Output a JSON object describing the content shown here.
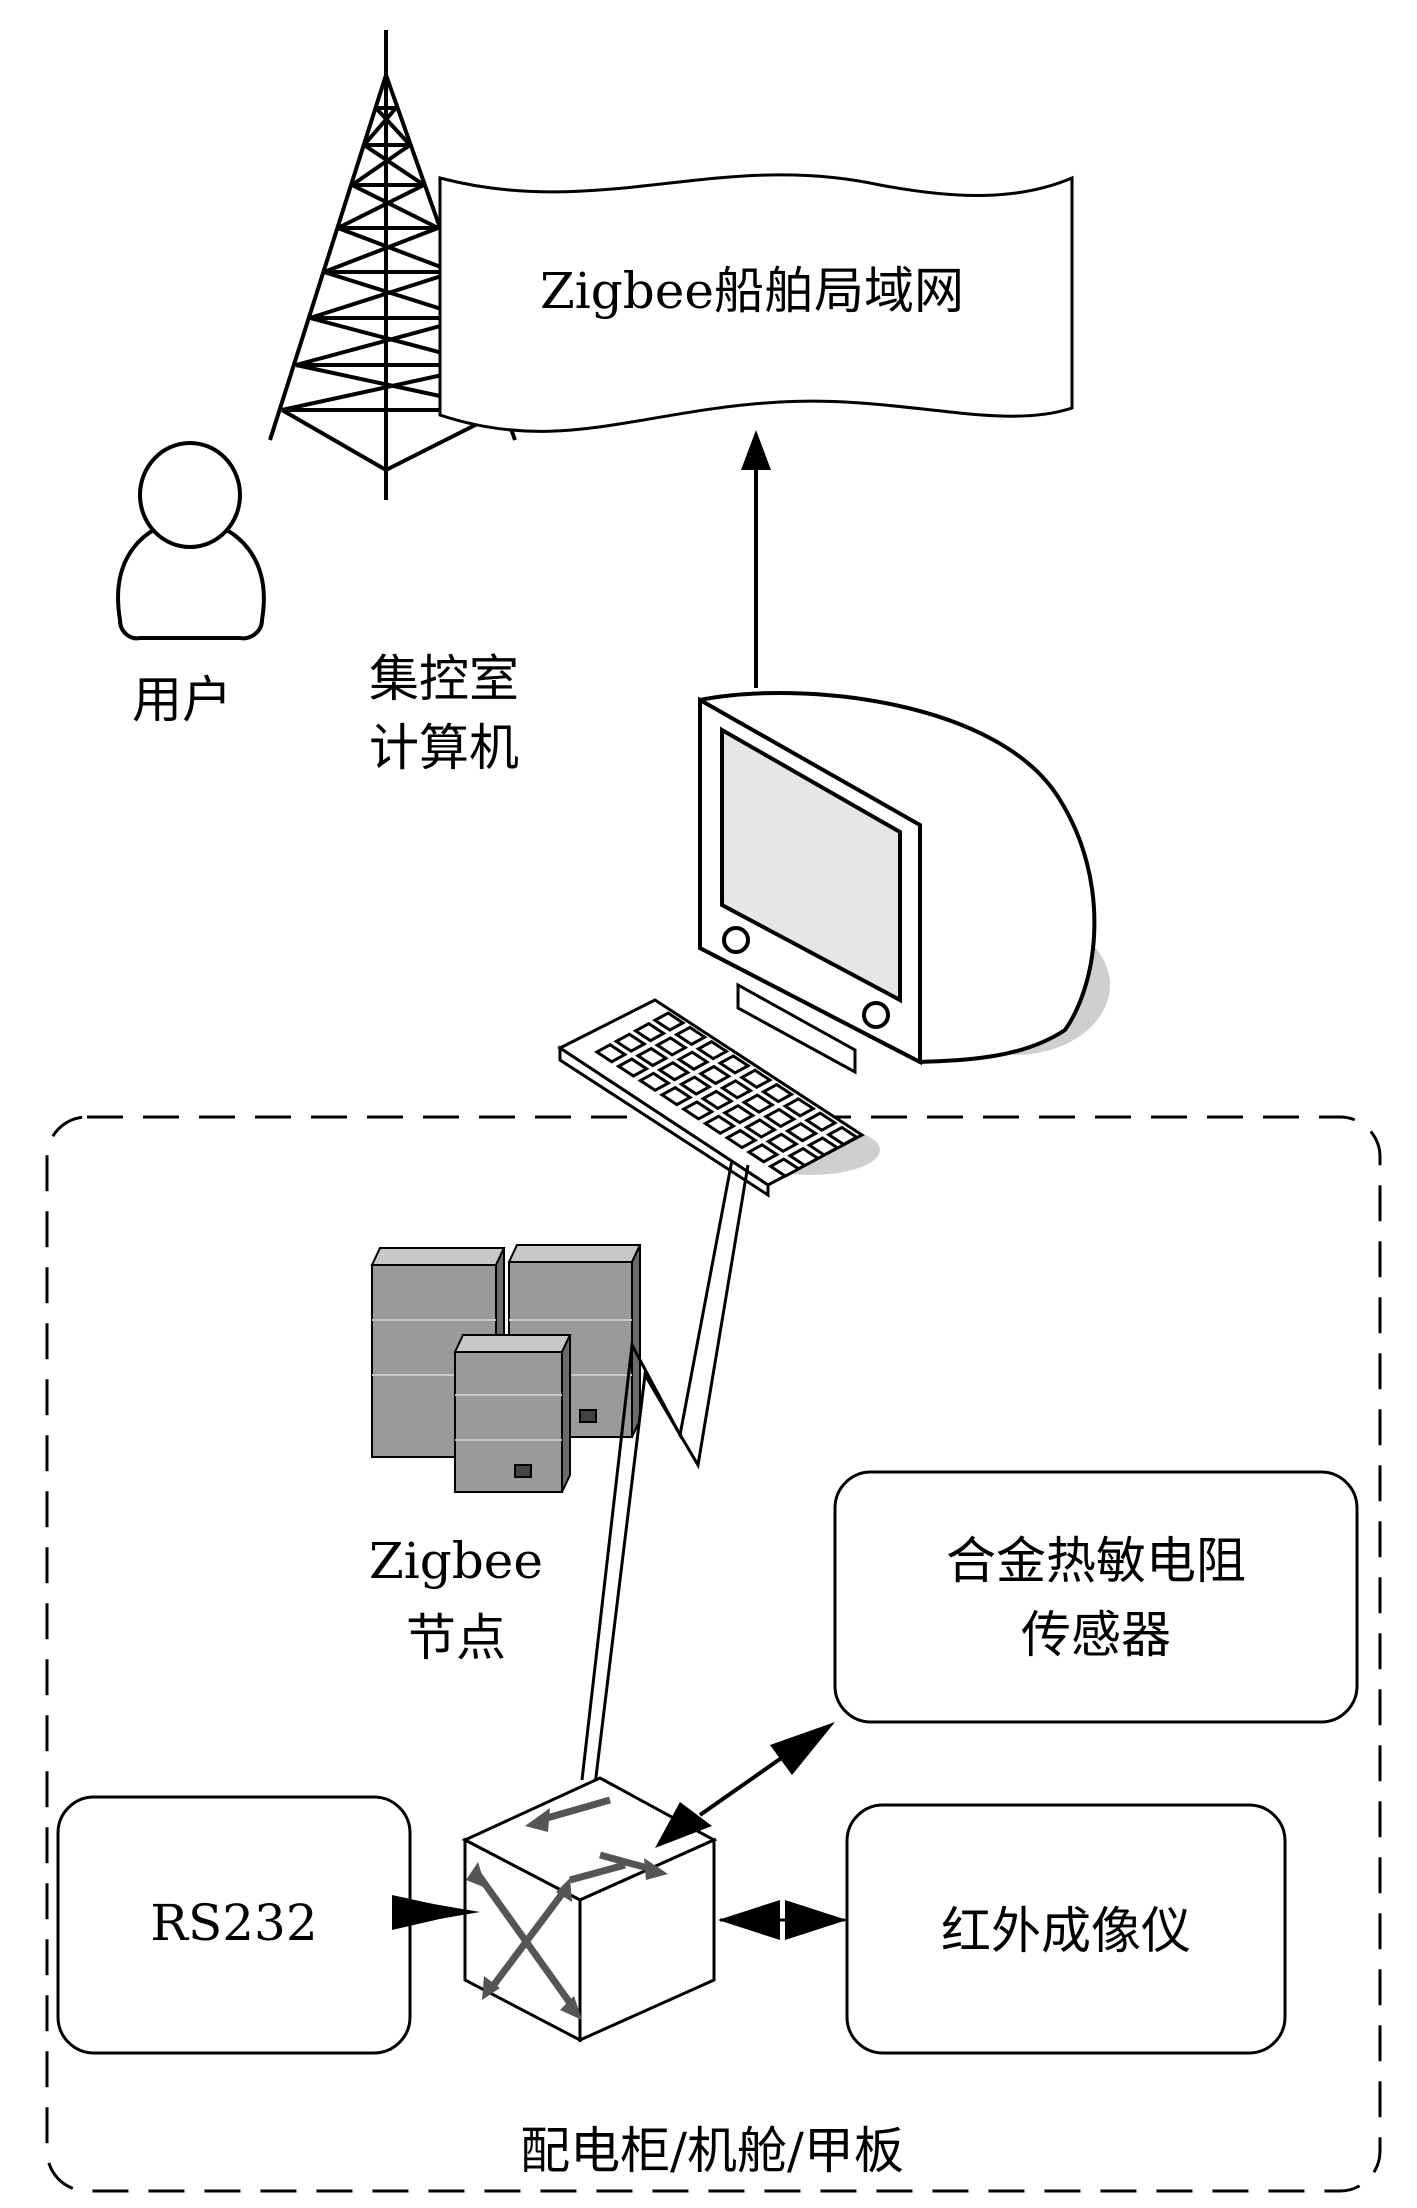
{
  "labels": {
    "network": "Zigbee船舶局域网",
    "user": "用户",
    "computer_line1": "集控室",
    "computer_line2": "计算机",
    "node_line1": "Zigbee",
    "node_line2": "节点",
    "sensor_line1": "合金热敏电阻",
    "sensor_line2": "传感器",
    "rs232": "RS232",
    "infrared": "红外成像仪",
    "enclosure": "配电柜/机舱/甲板"
  },
  "colors": {
    "stroke": "#000000",
    "server_gray": "#9a9a9a",
    "server_dark": "#6b6b6b",
    "server_light": "#c8c8c8",
    "screen": "#e6e6e6",
    "shadow": "#cfcfcf",
    "switch_arrow": "#555555"
  },
  "icons": [
    "tower-icon",
    "user-icon",
    "computer-icon",
    "keyboard-icon",
    "server-icon",
    "switch-icon"
  ]
}
